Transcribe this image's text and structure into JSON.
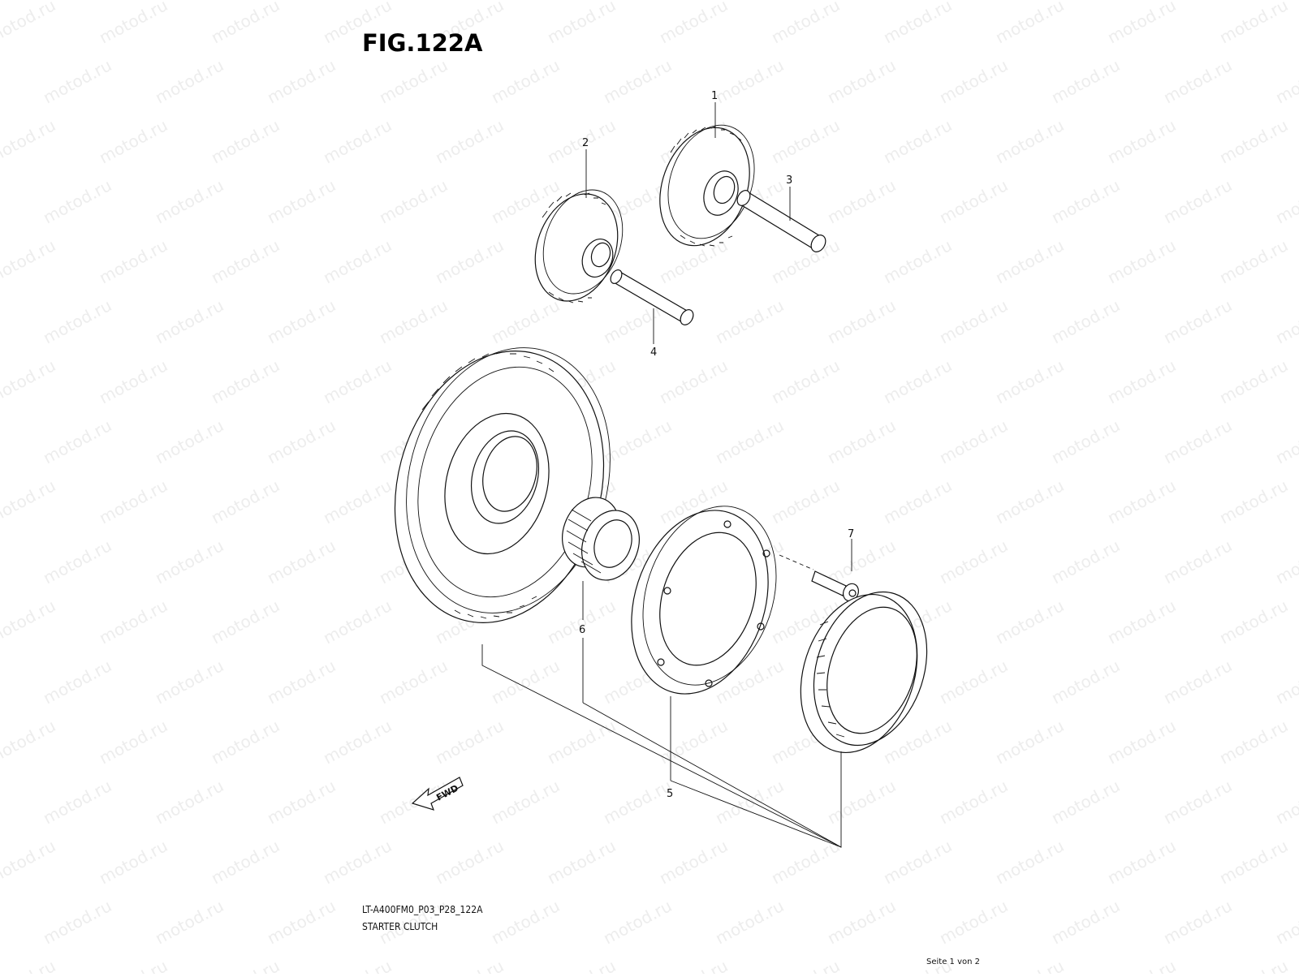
{
  "watermark": "motod.ru",
  "figure": {
    "title": "FIG.122A",
    "code": "LT-A400FM0_P03_P28_122A",
    "name": "STARTER CLUTCH",
    "page": "Seite 1 von 2",
    "fwd_label": "FWD"
  },
  "callouts": [
    "1",
    "2",
    "3",
    "4",
    "5",
    "6",
    "7"
  ]
}
